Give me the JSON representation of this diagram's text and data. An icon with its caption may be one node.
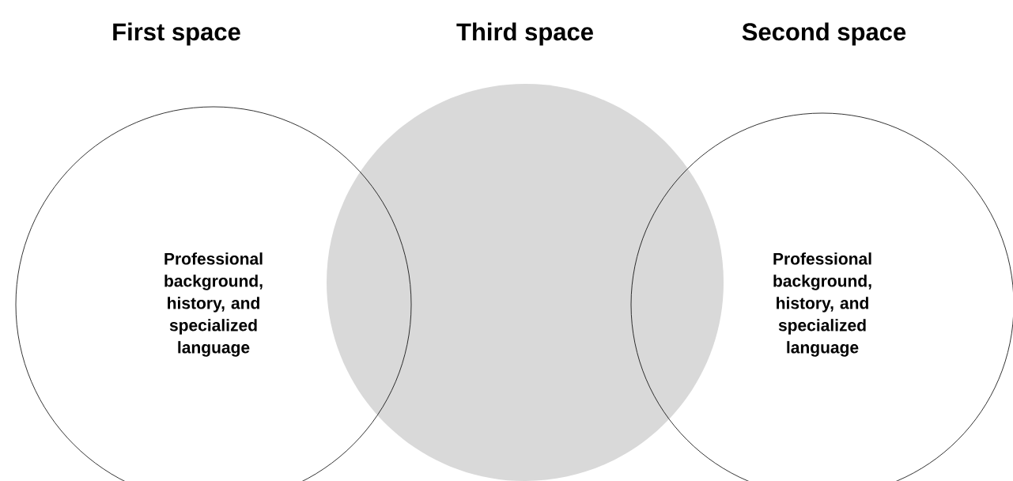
{
  "diagram": {
    "nodes": [
      {
        "text": [
          "First space",
          "Professional background, history, and specialized language"
        ]
      },
      {
        "text": [
          "Third space"
        ]
      },
      {
        "text": [
          "Second space",
          "Professional background, history, and specialized language"
        ]
      }
    ]
  }
}
